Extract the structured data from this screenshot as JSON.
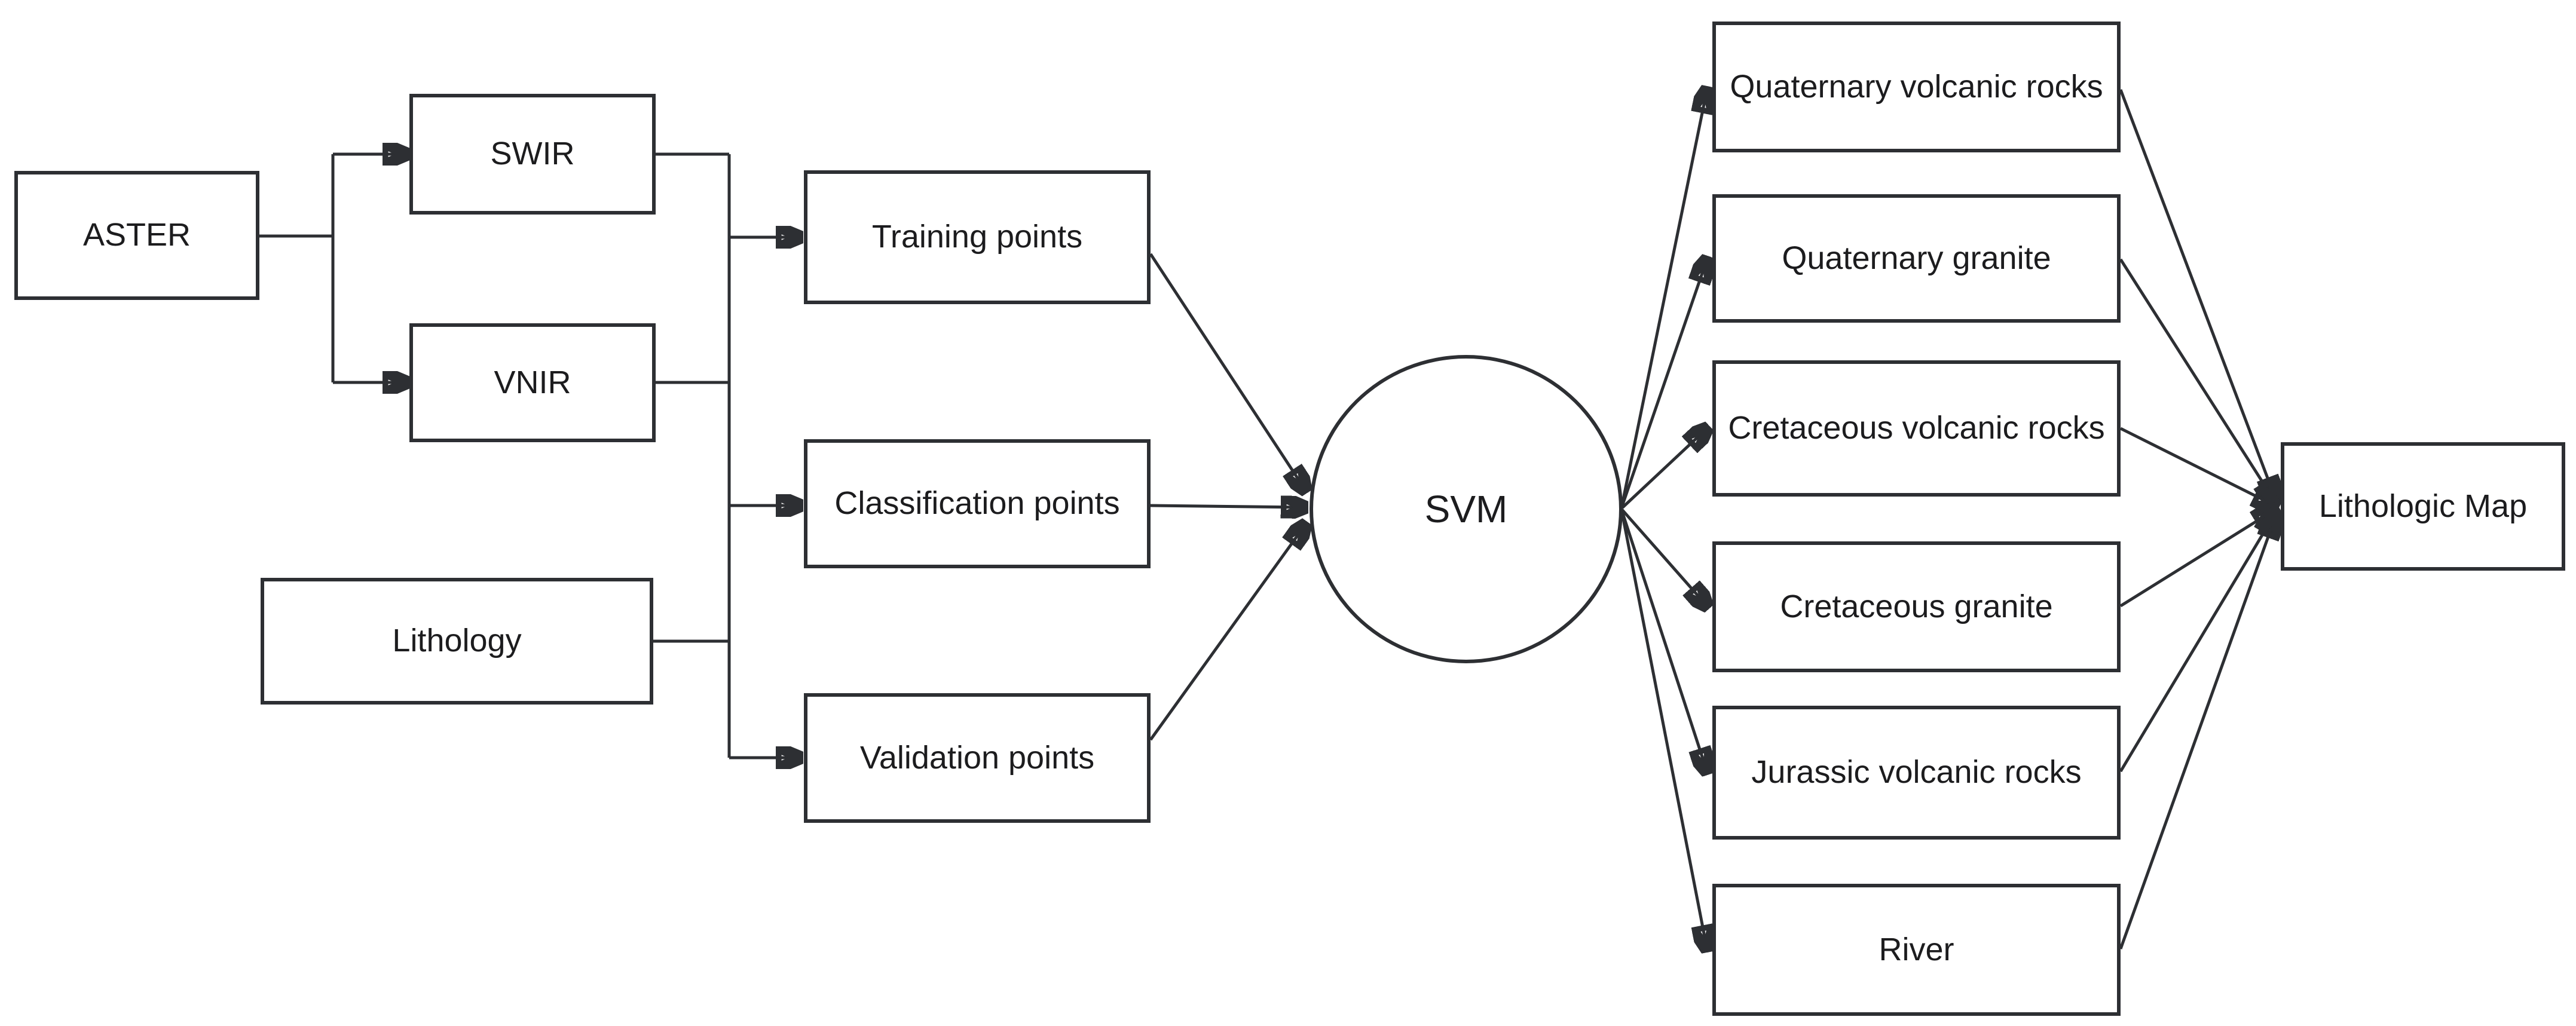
{
  "diagram": {
    "type": "flowchart",
    "colors": {
      "stroke": "#2d2f33",
      "text": "#1c1c1e",
      "background": "#ffffff"
    },
    "nodes": {
      "aster": {
        "label": "ASTER",
        "shape": "rectangle"
      },
      "swir": {
        "label": "SWIR",
        "shape": "rectangle"
      },
      "vnir": {
        "label": "VNIR",
        "shape": "rectangle"
      },
      "lithology": {
        "label": "Lithology",
        "shape": "rectangle"
      },
      "training": {
        "label": "Training points",
        "shape": "rectangle"
      },
      "classification": {
        "label": "Classification points",
        "shape": "rectangle"
      },
      "validation": {
        "label": "Validation points",
        "shape": "rectangle"
      },
      "svm": {
        "label": "SVM",
        "shape": "circle"
      },
      "q_volcanic": {
        "label": "Quaternary volcanic rocks",
        "shape": "rectangle"
      },
      "q_granite": {
        "label": "Quaternary granite",
        "shape": "rectangle"
      },
      "c_volcanic": {
        "label": "Cretaceous volcanic rocks",
        "shape": "rectangle"
      },
      "c_granite": {
        "label": "Cretaceous granite",
        "shape": "rectangle"
      },
      "j_volcanic": {
        "label": "Jurassic volcanic rocks",
        "shape": "rectangle"
      },
      "river": {
        "label": "River",
        "shape": "rectangle"
      },
      "litho_map": {
        "label": "Lithologic Map",
        "shape": "rectangle"
      }
    },
    "edges": [
      {
        "from": "ASTER",
        "to": "SWIR"
      },
      {
        "from": "ASTER",
        "to": "VNIR"
      },
      {
        "from": "SWIR",
        "to": "points-bus"
      },
      {
        "from": "VNIR",
        "to": "points-bus"
      },
      {
        "from": "Lithology",
        "to": "points-bus"
      },
      {
        "from": "points-bus",
        "to": "Training points"
      },
      {
        "from": "points-bus",
        "to": "Classification points"
      },
      {
        "from": "points-bus",
        "to": "Validation points"
      },
      {
        "from": "Training points",
        "to": "SVM"
      },
      {
        "from": "Classification points",
        "to": "SVM"
      },
      {
        "from": "Validation points",
        "to": "SVM"
      },
      {
        "from": "SVM",
        "to": "Quaternary volcanic rocks"
      },
      {
        "from": "SVM",
        "to": "Quaternary granite"
      },
      {
        "from": "SVM",
        "to": "Cretaceous volcanic rocks"
      },
      {
        "from": "SVM",
        "to": "Cretaceous granite"
      },
      {
        "from": "SVM",
        "to": "Jurassic volcanic rocks"
      },
      {
        "from": "SVM",
        "to": "River"
      },
      {
        "from": "Quaternary volcanic rocks",
        "to": "Lithologic Map"
      },
      {
        "from": "Quaternary granite",
        "to": "Lithologic Map"
      },
      {
        "from": "Cretaceous volcanic rocks",
        "to": "Lithologic Map"
      },
      {
        "from": "Cretaceous granite",
        "to": "Lithologic Map"
      },
      {
        "from": "Jurassic volcanic rocks",
        "to": "Lithologic Map"
      },
      {
        "from": "River",
        "to": "Lithologic Map"
      }
    ]
  }
}
